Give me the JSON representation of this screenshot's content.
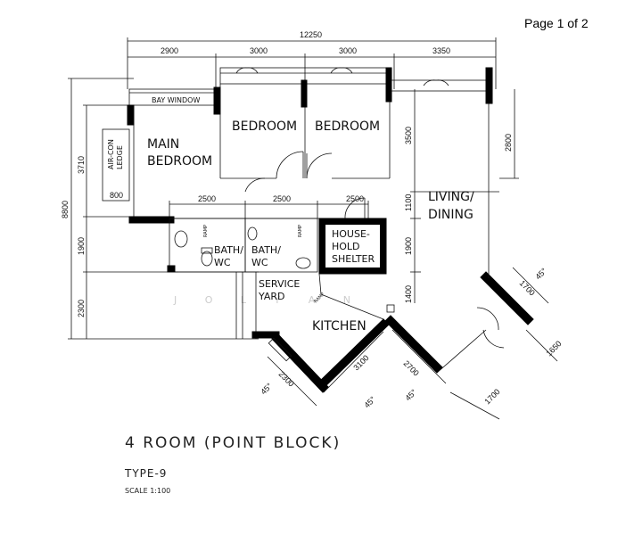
{
  "page": {
    "indicator": "Page 1 of 2"
  },
  "plan": {
    "title": "4 ROOM (POINT BLOCK)",
    "type": "TYPE-9",
    "scale": "SCALE 1:100",
    "watermark": "J O  L  Y A N"
  },
  "rooms": {
    "bay_window": "BAY WINDOW",
    "aircon_1": "AIR-CON",
    "aircon_2": "LEDGE",
    "main_bedroom_1": "MAIN",
    "main_bedroom_2": "BEDROOM",
    "bedroom_a": "BEDROOM",
    "bedroom_b": "BEDROOM",
    "living_1": "LIVING/",
    "living_2": "DINING",
    "bath1_1": "BATH/",
    "bath1_2": "WC",
    "bath2_1": "BATH/",
    "bath2_2": "WC",
    "shelter_1": "HOUSE-",
    "shelter_2": "HOLD",
    "shelter_3": "SHELTER",
    "service_1": "SERVICE",
    "service_2": "YARD",
    "kitchen": "KITCHEN",
    "ramp_1": "RAMP",
    "ramp_2": "RAMP",
    "ramp_3": "RAMP"
  },
  "dimensions": {
    "overall_width": "12250",
    "top_a": "2900",
    "top_b": "3000",
    "top_c": "3000",
    "top_d": "3350",
    "overall_height": "8800",
    "left_a": "3710",
    "left_b": "1900",
    "left_c": "2300",
    "ledge": "800",
    "mid_a": "2500",
    "mid_b": "2500",
    "mid_c": "2500",
    "right_a": "3500",
    "right_b": "1100",
    "right_c": "1900",
    "right_d": "1400",
    "living_h": "2800",
    "diag_a": "3100",
    "diag_b": "2700",
    "diag_c": "2300",
    "diag_d": "1700",
    "diag_e": "1650",
    "diag_f": "1700",
    "angle": "45°"
  }
}
